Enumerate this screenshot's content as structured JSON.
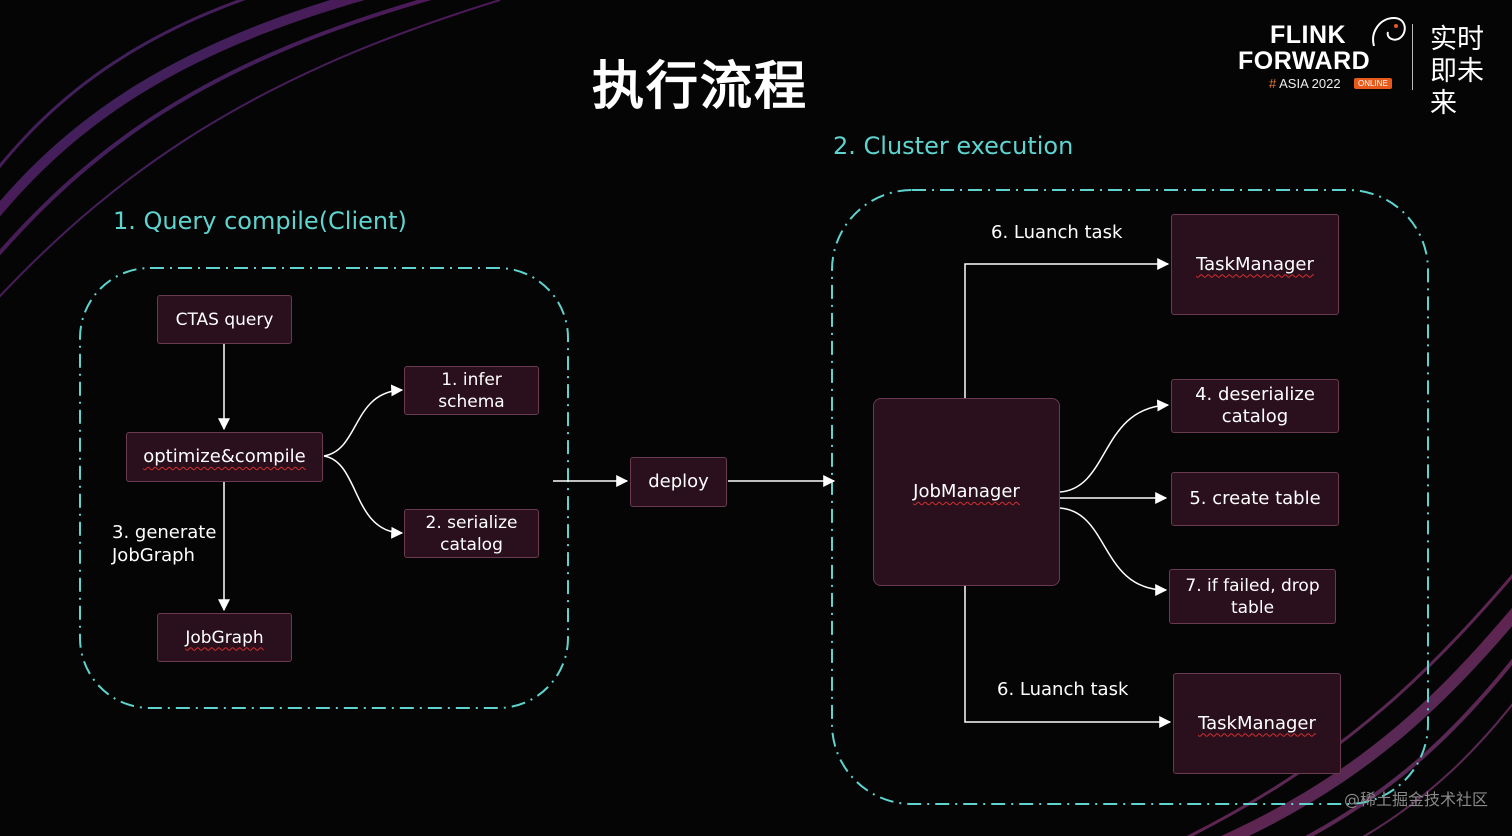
{
  "title": "执行流程",
  "logo": {
    "line1": "FLINK",
    "line2": "FORWARD",
    "edition_hash": "#",
    "edition": "ASIA 2022",
    "badge": "ONLINE",
    "chinese": "实时即未来"
  },
  "sections": {
    "client": "1. Query compile(Client)",
    "cluster": "2. Cluster execution"
  },
  "client": {
    "ctas": "CTAS query",
    "optimize": "optimize&compile",
    "infer": "1. infer schema",
    "serialize": "2. serialize catalog",
    "jobgraph": "JobGraph",
    "generate_label": "3. generate JobGraph"
  },
  "deploy": "deploy",
  "cluster": {
    "jobmanager": "JobManager",
    "taskmanager_top": "TaskManager",
    "taskmanager_bottom": "TaskManager",
    "deserialize": "4. deserialize catalog",
    "create_table": "5. create table",
    "drop_table": "7. if failed, drop table",
    "launch_top": "6. Luanch task",
    "launch_bottom": "6. Luanch task"
  },
  "watermark": "@稀土掘金技术社区",
  "colors": {
    "background": "#050505",
    "accent": "#5fd4cf",
    "box_fill": "#2a0f1c",
    "box_border": "#6a3a50",
    "brand_orange": "#e85a1b"
  }
}
